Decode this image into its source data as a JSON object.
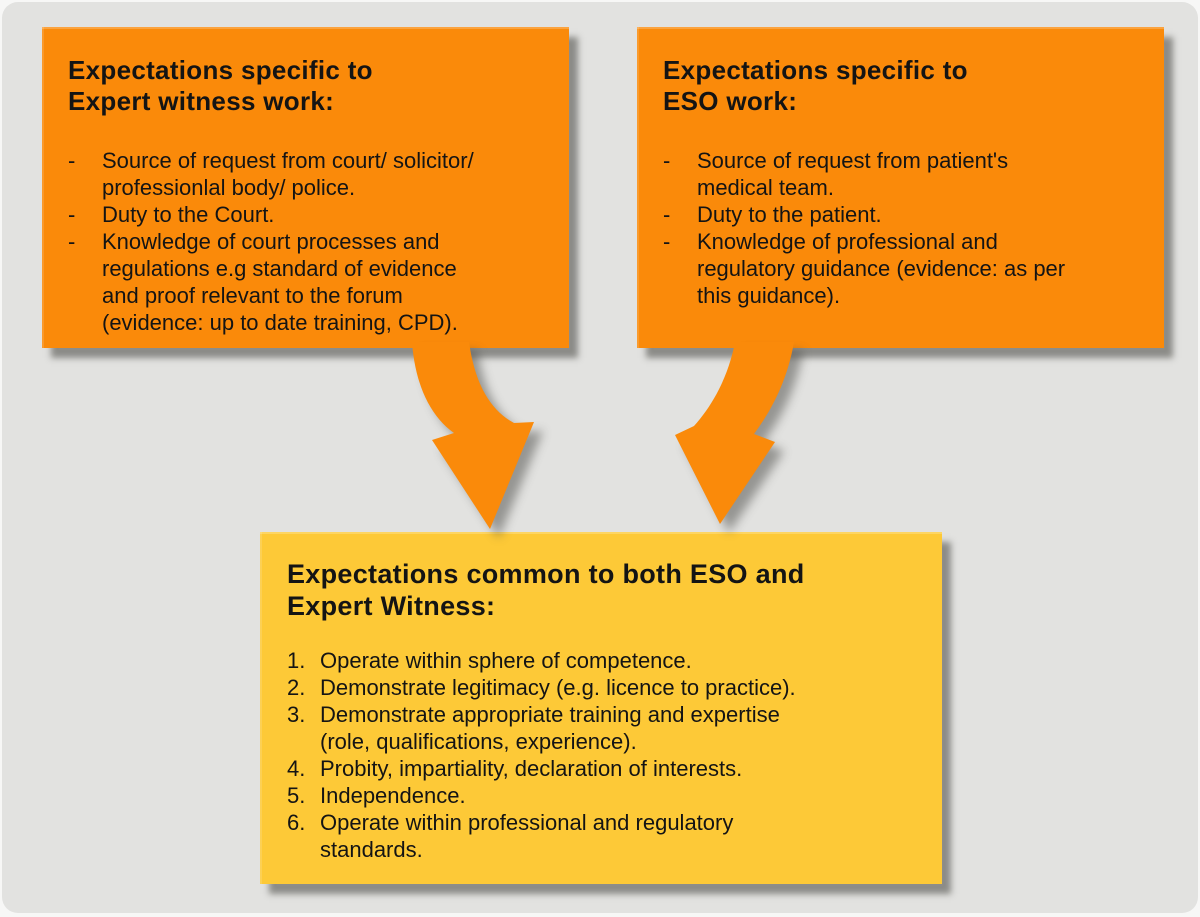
{
  "colors": {
    "box_orange": "#fa8a0a",
    "box_yellow": "#fdc937",
    "background": "#e2e2e0",
    "text": "#141414",
    "arrow": "#fa8a0a"
  },
  "boxes": {
    "expert_witness": {
      "title_lines": [
        "Expectations specific to",
        "Expert witness work:"
      ],
      "bullets": [
        {
          "marker": "-",
          "lines": [
            "Source of request from court/ solicitor/",
            "professionlal body/ police."
          ]
        },
        {
          "marker": "-",
          "lines": [
            "Duty to the Court."
          ]
        },
        {
          "marker": "-",
          "lines": [
            "Knowledge of court processes and",
            "regulations e.g standard of evidence",
            "and proof relevant to the forum",
            "(evidence: up to date training, CPD)."
          ]
        }
      ]
    },
    "eso": {
      "title_lines": [
        "Expectations specific to",
        "ESO work:"
      ],
      "bullets": [
        {
          "marker": "-",
          "lines": [
            "Source of request from patient's",
            "medical team."
          ]
        },
        {
          "marker": "-",
          "lines": [
            "Duty to the patient."
          ]
        },
        {
          "marker": "-",
          "lines": [
            "Knowledge of professional and",
            "regulatory guidance (evidence: as per",
            "this guidance)."
          ]
        }
      ]
    },
    "common": {
      "title_lines": [
        "Expectations common to both ESO and",
        "Expert Witness:"
      ],
      "items": [
        {
          "num": "1.",
          "lines": [
            "Operate within sphere of competence."
          ]
        },
        {
          "num": "2.",
          "lines": [
            "Demonstrate legitimacy (e.g. licence to practice)."
          ]
        },
        {
          "num": "3.",
          "lines": [
            "Demonstrate appropriate training and expertise",
            "(role, qualifications, experience)."
          ]
        },
        {
          "num": "4.",
          "lines": [
            "Probity, impartiality, declaration of interests."
          ]
        },
        {
          "num": "5.",
          "lines": [
            "Independence."
          ]
        },
        {
          "num": "6.",
          "lines": [
            "Operate within professional and regulatory",
            "standards."
          ]
        }
      ]
    }
  }
}
